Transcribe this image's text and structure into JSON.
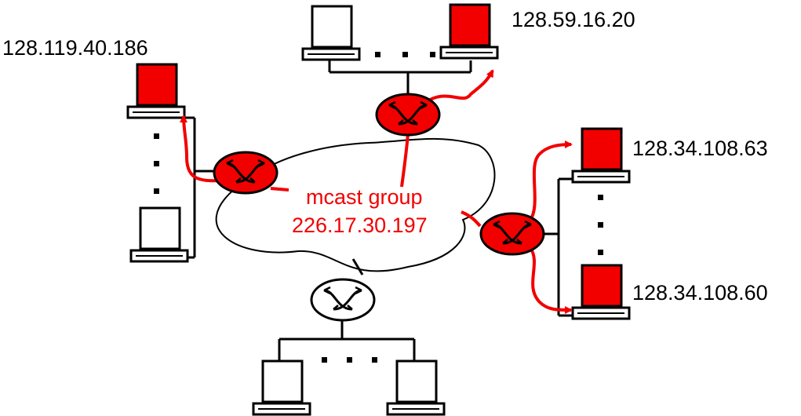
{
  "colors": {
    "member": "#f20000",
    "path": "#f20000",
    "group_text": "#f20000",
    "ink": "#000000",
    "background": "#ffffff"
  },
  "icons": {
    "router": "router-icon",
    "host": "host-computer-icon",
    "ellipsis": "vertical-ellipsis-icon"
  },
  "group": {
    "line1": "mcast group",
    "line2": "226.17.30.197"
  },
  "hosts": {
    "top_right": "128.59.16.20",
    "left_top": "128.119.40.186",
    "right_top": "128.34.108.63",
    "right_bottom": "128.34.108.60"
  },
  "routers": {
    "top": {
      "in_group": true
    },
    "left": {
      "in_group": true
    },
    "right": {
      "in_group": true
    },
    "bottom": {
      "in_group": false
    }
  }
}
